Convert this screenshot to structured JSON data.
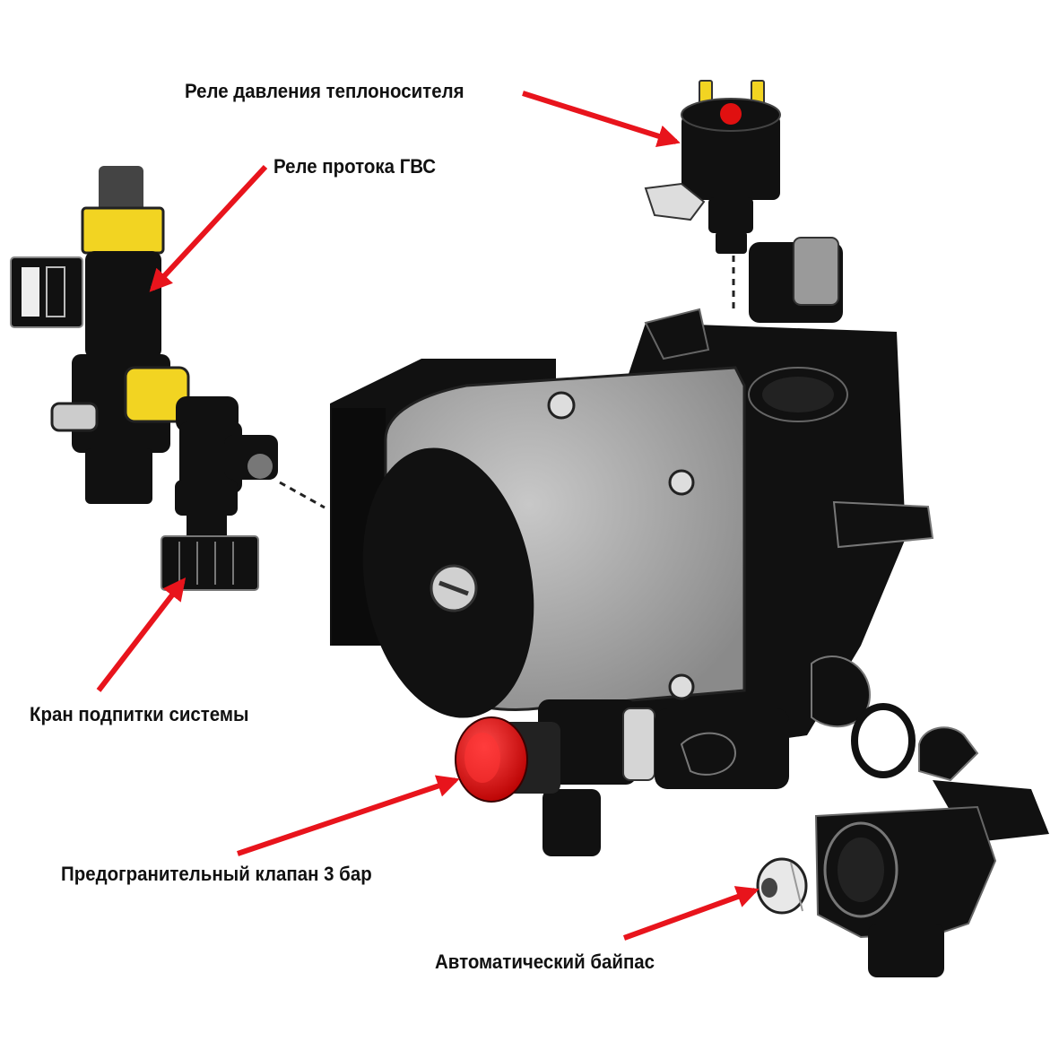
{
  "labels": {
    "pressure_relay": "Реле давления теплоносителя",
    "dhw_flow_relay": "Реле протока ГВС",
    "makeup_tap": "Кран подпитки системы",
    "safety_valve": "Предогранительный клапан 3 бар",
    "auto_bypass": "Автоматический байпас"
  },
  "colors": {
    "arrow": "#e8141c",
    "part_body": "#111111",
    "motor_housing": "#a9a9a9",
    "brass_nut": "#f2d422",
    "safety_valve_cap": "#e01010",
    "plastic_light": "#bdbdbd"
  }
}
